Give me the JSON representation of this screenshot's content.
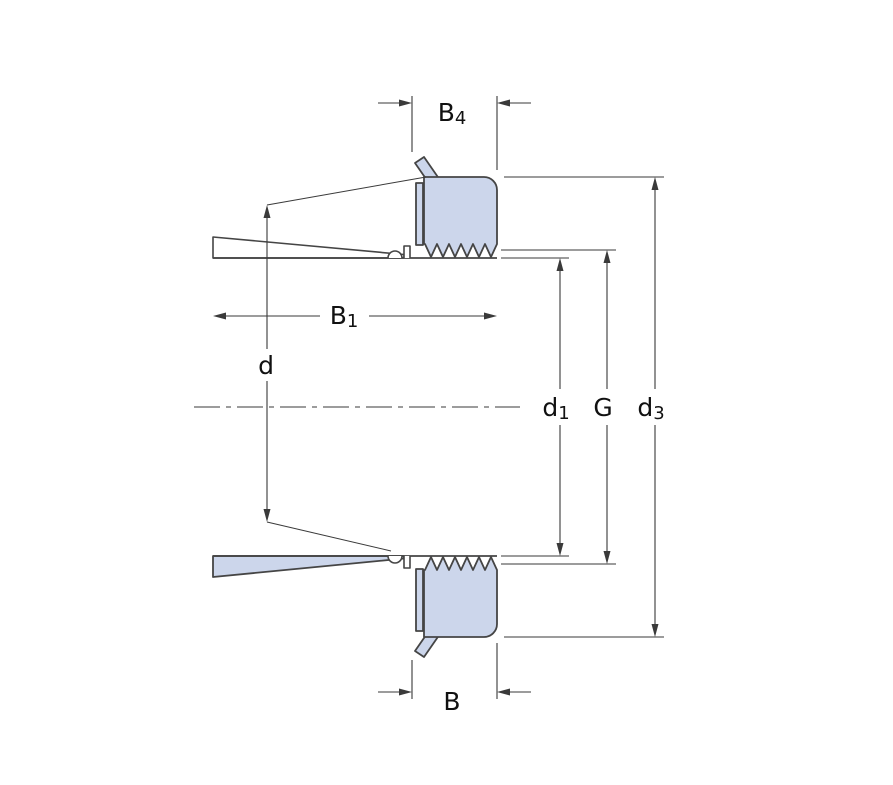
{
  "drawing": {
    "dimension_labels": {
      "b4": {
        "base": "B",
        "sub": "4"
      },
      "b1": {
        "base": "B",
        "sub": "1"
      },
      "d": {
        "base": "d",
        "sub": ""
      },
      "d1": {
        "base": "d",
        "sub": "1"
      },
      "g": {
        "base": "G",
        "sub": ""
      },
      "d3": {
        "base": "d",
        "sub": "3"
      },
      "b": {
        "base": "B",
        "sub": ""
      }
    },
    "colors": {
      "part_fill": "#ccd6eb",
      "outline": "#454545",
      "dimension": "#3a3a3a",
      "label_text": "#111111",
      "background": "#ffffff"
    }
  }
}
